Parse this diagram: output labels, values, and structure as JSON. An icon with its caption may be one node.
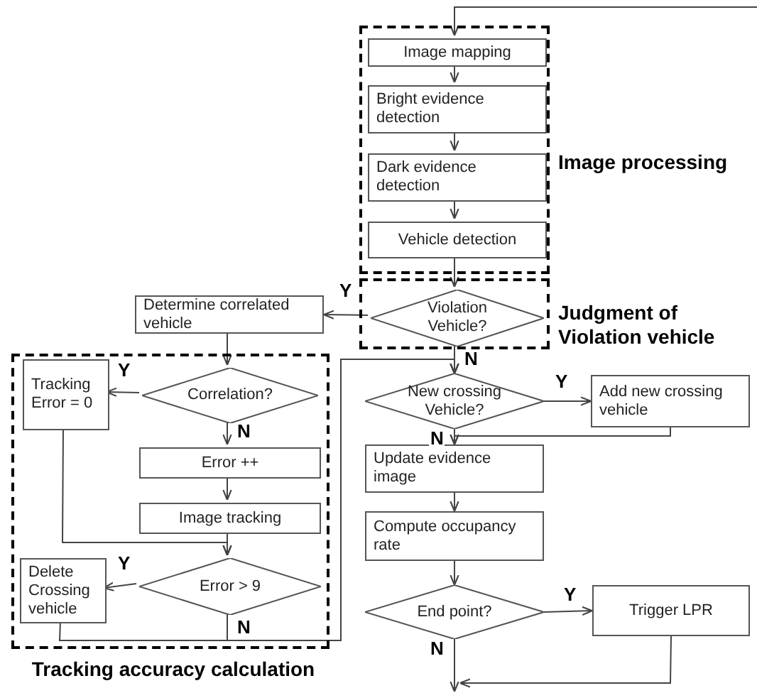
{
  "diagram": {
    "nodes": [
      {
        "text": [
          "Image processing"
        ]
      },
      {
        "text": [
          "Image mapping"
        ],
        "in": 0
      },
      {
        "text": [
          "Bright evidence detection"
        ],
        "in": 0
      },
      {
        "text": [
          "Dark evidence detection"
        ],
        "in": 0
      },
      {
        "text": [
          "Vehicle detection"
        ],
        "in": 0
      },
      {
        "text": [
          "Judgment of Violation vehicle"
        ]
      },
      {
        "text": [
          "Violation Vehicle?"
        ],
        "in": 5
      },
      {
        "text": [
          "Determine correlated vehicle"
        ]
      },
      {
        "text": [
          "Tracking accuracy calculation"
        ]
      },
      {
        "text": [
          "Correlation?"
        ],
        "in": 8
      },
      {
        "text": [
          "Tracking Error = 0"
        ],
        "in": 8
      },
      {
        "text": [
          "Error ++"
        ],
        "in": 8
      },
      {
        "text": [
          "Image tracking"
        ],
        "in": 8
      },
      {
        "text": [
          "Error > 9"
        ],
        "in": 8
      },
      {
        "text": [
          "Delete Crossing vehicle"
        ],
        "in": 8
      },
      {
        "text": [
          "New crossing Vehicle?"
        ]
      },
      {
        "text": [
          "Add new crossing vehicle"
        ]
      },
      {
        "text": [
          "Update evidence image"
        ]
      },
      {
        "text": [
          "Compute occupancy rate"
        ]
      },
      {
        "text": [
          "End point?"
        ]
      },
      {
        "text": [
          "Trigger LPR"
        ]
      }
    ],
    "edges": [
      {
        "from": null,
        "to": 1,
        "arrow": "to"
      },
      {
        "from": 1,
        "to": 2,
        "arrow": "to"
      },
      {
        "from": 2,
        "to": 3,
        "arrow": "to"
      },
      {
        "from": 3,
        "to": 4,
        "arrow": "to"
      },
      {
        "from": 4,
        "to": 6,
        "arrow": "to"
      },
      {
        "from": 6,
        "to": 7,
        "arrow": "to",
        "label": "Y"
      },
      {
        "from": 6,
        "to": 15,
        "arrow": "to",
        "label": "N"
      },
      {
        "from": 7,
        "to": 9,
        "arrow": "to"
      },
      {
        "from": 9,
        "to": 10,
        "arrow": "to",
        "label": "Y"
      },
      {
        "from": 9,
        "to": 11,
        "arrow": "to",
        "label": "N"
      },
      {
        "from": 11,
        "to": 12,
        "arrow": "to"
      },
      {
        "from": 12,
        "to": 13,
        "arrow": "to"
      },
      {
        "from": 10,
        "to": 13,
        "arrow": "to"
      },
      {
        "from": 13,
        "to": 14,
        "arrow": "to",
        "label": "Y"
      },
      {
        "from": 13,
        "to": 15,
        "arrow": "to",
        "label": "N"
      },
      {
        "from": 14,
        "to": 15,
        "arrow": "to"
      },
      {
        "from": 15,
        "to": 16,
        "arrow": "to",
        "label": "Y"
      },
      {
        "from": 15,
        "to": 17,
        "arrow": "to",
        "label": "N"
      },
      {
        "from": 16,
        "to": 17,
        "arrow": "to"
      },
      {
        "from": 17,
        "to": 18,
        "arrow": "to"
      },
      {
        "from": 18,
        "to": 19,
        "arrow": "to"
      },
      {
        "from": 19,
        "to": 20,
        "arrow": "to",
        "label": "Y"
      },
      {
        "from": 19,
        "to": null,
        "arrow": "to",
        "label": "N"
      },
      {
        "from": 20,
        "to": null,
        "arrow": "to"
      }
    ]
  }
}
